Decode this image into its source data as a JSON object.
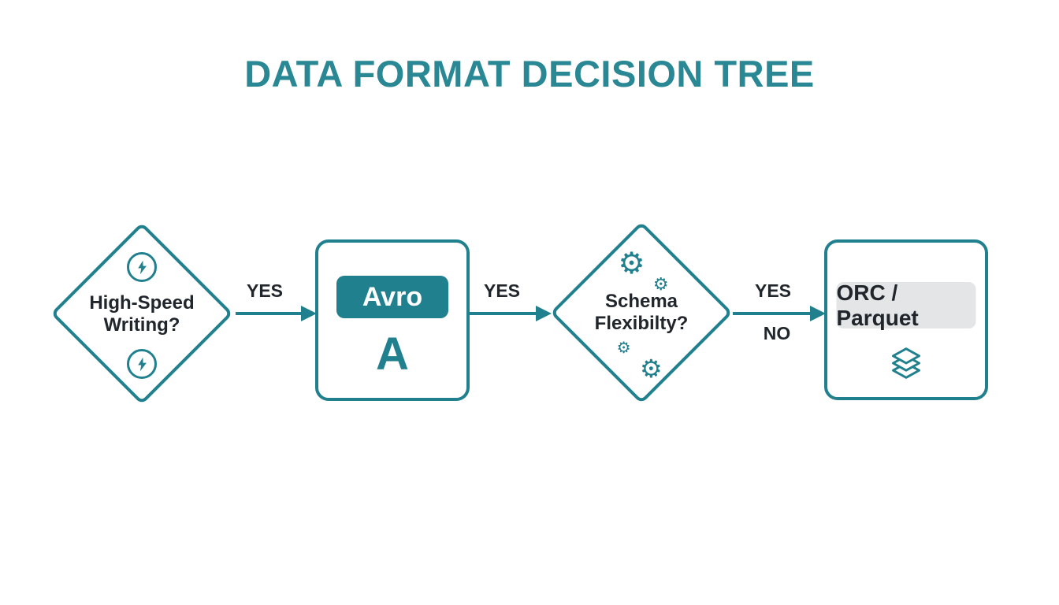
{
  "title": "DATA FORMAT DECISION TREE",
  "colors": {
    "teal": "#21808E",
    "teal_title": "#2A8794",
    "dark": "#20262B",
    "badge_gray": "#E4E5E7",
    "background": "#FFFFFF"
  },
  "nodes": {
    "decision_speed": {
      "line1": "High-Speed",
      "line2": "Writing?"
    },
    "result_avro": {
      "badge": "Avro",
      "letter": "A"
    },
    "decision_schema": {
      "line1": "Schema",
      "line2": "Flexibilty?"
    },
    "result_columnar": {
      "badge": "ORC / Parquet"
    }
  },
  "edges": {
    "edge1": {
      "label": "YES"
    },
    "edge2": {
      "label": "YES"
    },
    "edge3": {
      "label_top": "YES",
      "label_bottom": "NO"
    }
  },
  "icons": {
    "lightning_bolt": "lightning-bolt",
    "gear_glyph": "⚙",
    "layers": "layers"
  }
}
